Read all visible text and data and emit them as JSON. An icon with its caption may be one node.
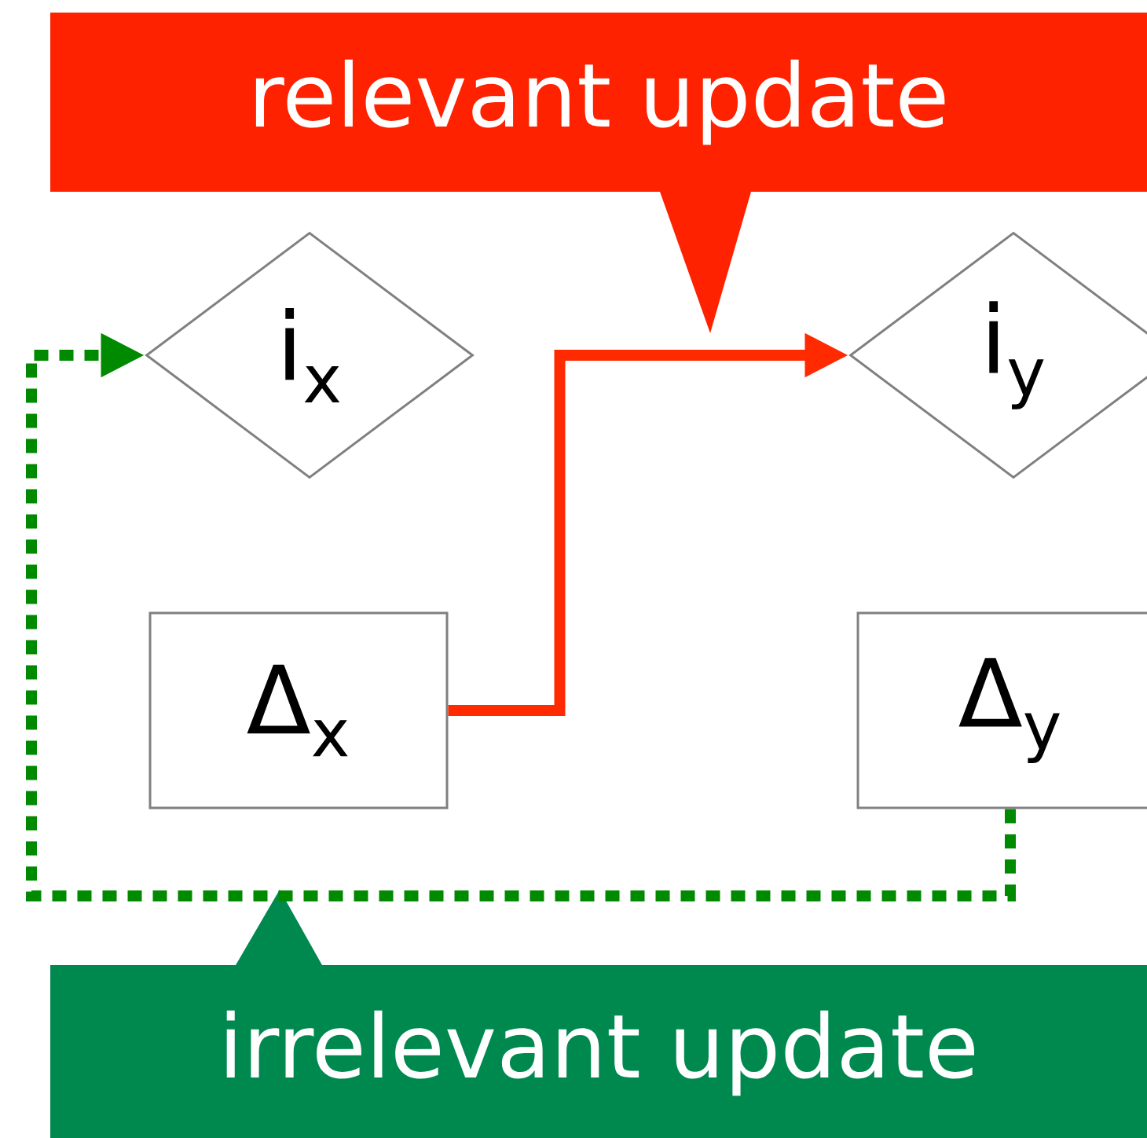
{
  "diagram": {
    "nodes": [
      {
        "text": [
          "relevant update"
        ]
      },
      {
        "text": [
          "i$_{x}$"
        ]
      },
      {
        "text": [
          "i$_{y}$"
        ]
      },
      {
        "text": [
          "Δ$_{x}$"
        ]
      },
      {
        "text": [
          "Δ$_{y}$"
        ]
      },
      {
        "text": [
          "irrelevant update"
        ]
      }
    ],
    "edges": [
      {
        "from": 3,
        "to": 2,
        "arrow": "to",
        "color": "#ff2a00"
      },
      {
        "from": 4,
        "to": 1,
        "arrow": "to",
        "style": "dashed",
        "color": "#008a00"
      }
    ]
  }
}
